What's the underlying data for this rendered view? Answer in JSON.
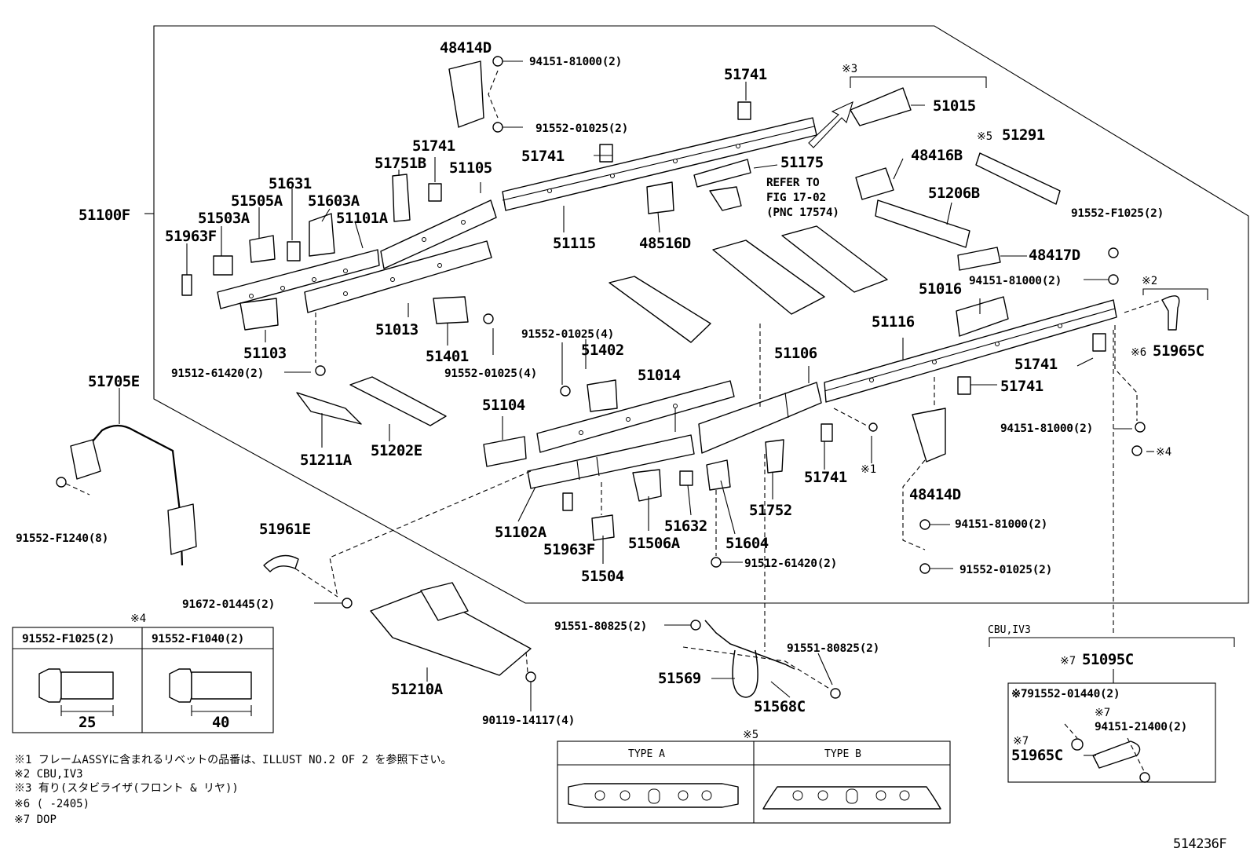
{
  "parts": {
    "p48414D_top": "48414D",
    "p94151_81000_top": "94151-81000(2)",
    "p91552_01025_top": "91552-01025(2)",
    "p51741_top": "51741",
    "note3_mark": "※3",
    "p51015": "51015",
    "p51741_mid": "51741",
    "p51175": "51175",
    "refer1": "REFER TO",
    "refer2": "FIG 17-02",
    "refer3": "(PNC 17574)",
    "p48416B": "48416B",
    "note5_mark_a": "※5",
    "p51291": "51291",
    "p51206B": "51206B",
    "p91552_F1025_right": "91552-F1025(2)",
    "p48417D": "48417D",
    "p94151_81000_right": "94151-81000(2)",
    "note2_mark": "※2",
    "p51016": "51016",
    "note6_mark": "※6",
    "p51965C": "51965C",
    "p51741_left": "51741",
    "p51751B": "51751B",
    "p51105": "51105",
    "p51631": "51631",
    "p51505A": "51505A",
    "p51603A": "51603A",
    "p51503A": "51503A",
    "p51101A": "51101A",
    "p51963F_left": "51963F",
    "p51100F": "51100F",
    "p51115": "51115",
    "p48516D": "48516D",
    "p51103": "51103",
    "p51013": "51013",
    "p51401": "51401",
    "p91552_01025_4a": "91552-01025(4)",
    "p51402": "51402",
    "p91552_01025_4b": "91552-01025(4)",
    "p91512_61420_left": "91512-61420(2)",
    "p51705E": "51705E",
    "p51014": "51014",
    "p51106": "51106",
    "p51116": "51116",
    "p51741_r1": "51741",
    "p51741_r2": "51741",
    "p94151_81000_r2": "94151-81000(2)",
    "note4_mark_a": "※4",
    "p51104": "51104",
    "p51211A": "51211A",
    "p51202E": "51202E",
    "note1_mark": "※1",
    "p51741_bottom": "51741",
    "p48414D_bottom": "48414D",
    "p51752": "51752",
    "p51632": "51632",
    "p51604": "51604",
    "p51506A": "51506A",
    "p51102A": "51102A",
    "p51963F_bottom": "51963F",
    "p51504": "51504",
    "p94151_81000_bottom": "94151-81000(2)",
    "p91552_01025_bottom": "91552-01025(2)",
    "p91512_61420_bottom": "91512-61420(2)",
    "p91552_F1240": "91552-F1240(8)",
    "p51961E": "51961E",
    "p91672_01445": "91672-01445(2)",
    "p91551_80825_a": "91551-80825(2)",
    "p91551_80825_b": "91551-80825(2)",
    "p51569": "51569",
    "p51568C": "51568C",
    "p51210A": "51210A",
    "p90119_14117": "90119-14117(4)",
    "cbu_label": "CBU,IV3",
    "p51095C": "51095C",
    "note7_mark_a": "※7",
    "p91552_01440": "※791552-01440(2)",
    "note7_mark_b": "※7",
    "p94151_21400": "94151-21400(2)",
    "note7_mark_c": "※7",
    "p51965C_box": "51965C",
    "illust_no": "514236F"
  },
  "bolt_table": {
    "mark": "※4",
    "col1_header": "91552-F1025(2)",
    "col2_header": "91552-F1040(2)",
    "col1_length": "25",
    "col2_length": "40"
  },
  "type_table": {
    "mark": "※5",
    "type_a": "TYPE A",
    "type_b": "TYPE B"
  },
  "notes": [
    "※1 フレームASSYに含まれるリベットの品番は、ILLUST NO.2 OF 2 を参照下さい。",
    "※2 CBU,IV3",
    "※3 有り(スタビライザ(フロント & リヤ))",
    "※6 (       -2405)",
    "※7 DOP"
  ]
}
